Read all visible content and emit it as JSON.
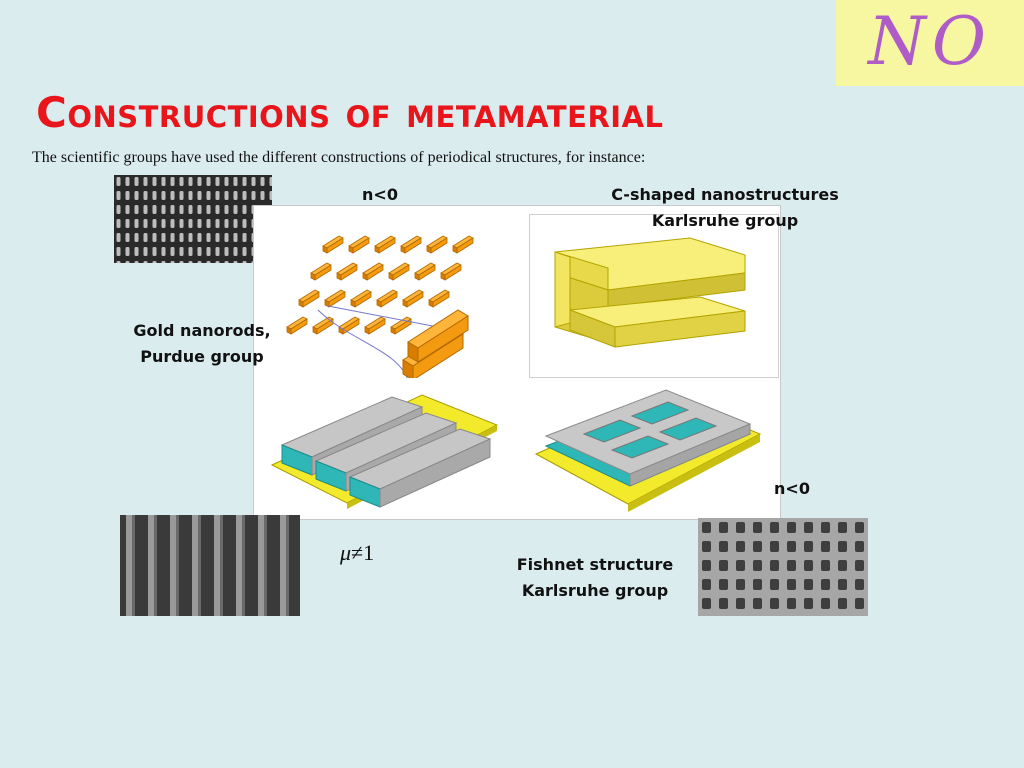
{
  "slide": {
    "logo_text": "NO",
    "title": "Constructions of metamaterial",
    "subtitle": "The  scientific groups have used the different constructions of periodical structures,  for instance:"
  },
  "labels": {
    "n_less_zero_top": "n<0",
    "c_shaped_line1": "C-shaped nanostructures",
    "c_shaped_line2": "Karlsruhe group",
    "gold_line1": "Gold nanorods,",
    "gold_line2": "Purdue group",
    "n_less_zero_bottom": "n<0",
    "mu_symbol": "μ",
    "mu_relation": "≠1",
    "fishnet_line1": "Fishnet structure",
    "fishnet_line2": "Karlsruhe group"
  },
  "icons": {
    "logo": "NO-script-logo"
  },
  "colors": {
    "background": "#dbecef",
    "title": "#e8161b",
    "logo_bg": "#f6f7a0",
    "logo_text": "#b05cc8",
    "nanorod_orange": "#f49a10",
    "c_shape_yellow": "#f5ea5a",
    "slab_gray": "#b8b8b8",
    "slab_teal": "#2fb7b7",
    "substrate_yellow": "#f2ea2a"
  }
}
